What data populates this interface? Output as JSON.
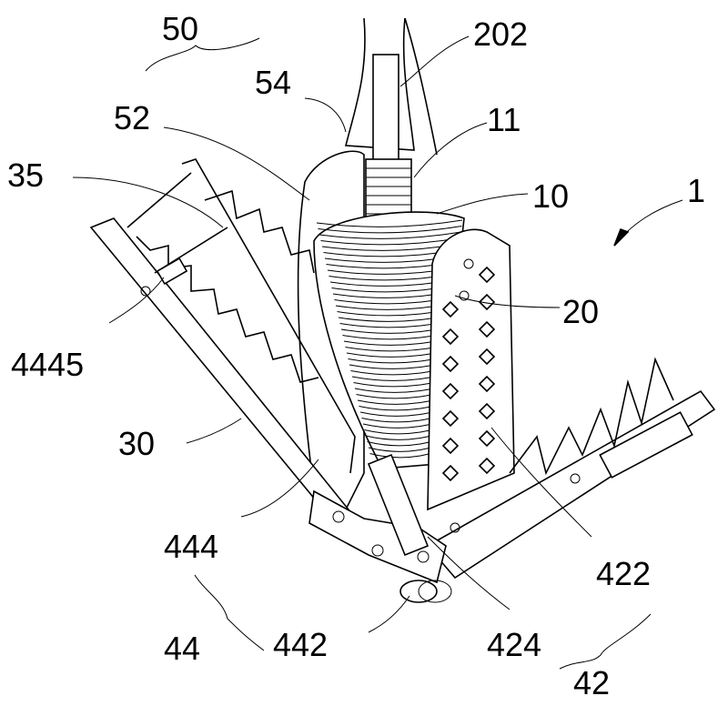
{
  "figure": {
    "labels": {
      "l50": "50",
      "l202": "202",
      "l54": "54",
      "l52": "52",
      "l11": "11",
      "l35": "35",
      "l10": "10",
      "l1": "1",
      "l20": "20",
      "l4445": "4445",
      "l30": "30",
      "l444": "444",
      "l422": "422",
      "l44": "44",
      "l442": "442",
      "l424": "424",
      "l42": "42"
    }
  }
}
